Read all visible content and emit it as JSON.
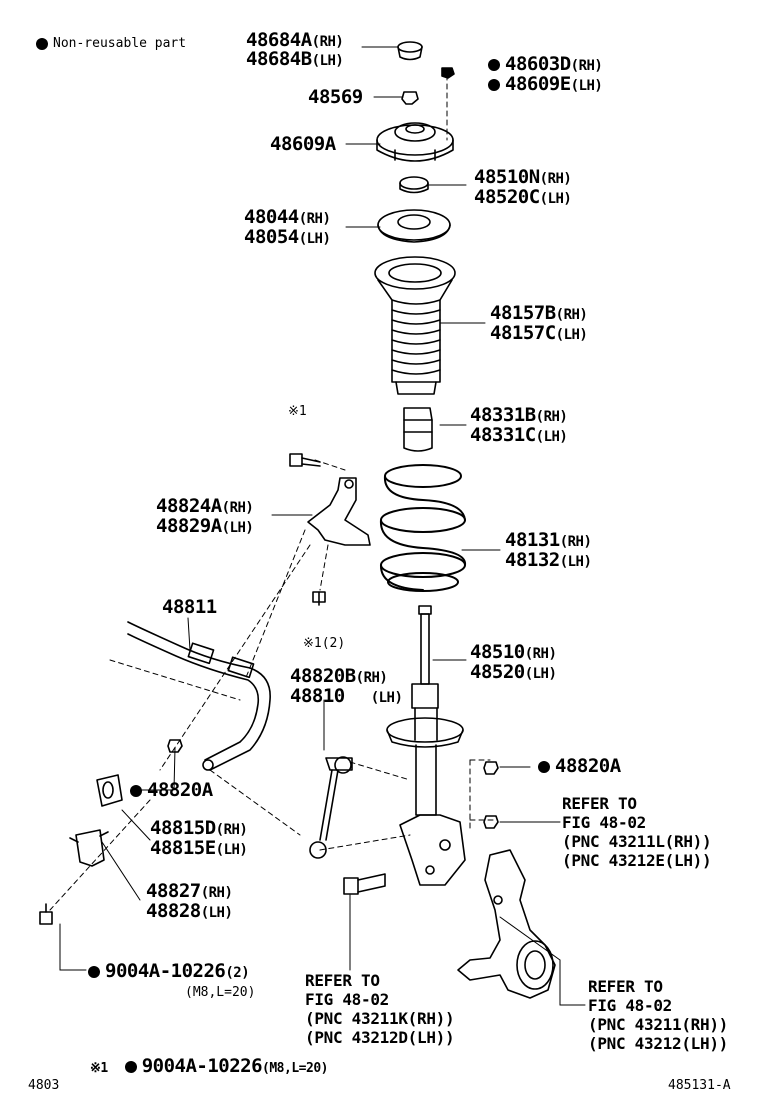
{
  "legend": {
    "dot_text": "Non-reusable part"
  },
  "parts": {
    "p48684": [
      "48684A",
      "(RH)",
      "48684B",
      "(LH)"
    ],
    "p48603": [
      "48603D",
      "(RH)",
      "48609E",
      "(LH)"
    ],
    "p48569": "48569",
    "p48609A": "48609A",
    "p48510N": [
      "48510N",
      "(RH)",
      "48520C",
      "(LH)"
    ],
    "p48044": [
      "48044",
      "(RH)",
      "48054",
      "(LH)"
    ],
    "p48157": [
      "48157B",
      "(RH)",
      "48157C",
      "(LH)"
    ],
    "p48331": [
      "48331B",
      "(RH)",
      "48331C",
      "(LH)"
    ],
    "p48824": [
      "48824A",
      "(RH)",
      "48829A",
      "(LH)"
    ],
    "p48131": [
      "48131",
      "(RH)",
      "48132",
      "(LH)"
    ],
    "p48811": "48811",
    "p48510": [
      "48510",
      "(RH)",
      "48520",
      "(LH)"
    ],
    "p48820B": [
      "48820B",
      "(RH)",
      "48810",
      "(LH)"
    ],
    "p48820A_left": "48820A",
    "p48820A_right": "48820A",
    "p48815": [
      "48815D",
      "(RH)",
      "48815E",
      "(LH)"
    ],
    "p48827": [
      "48827",
      "(RH)",
      "48828",
      "(LH)"
    ],
    "p9004": [
      "9004A-10226",
      "(2)"
    ],
    "p9004_spec": "(M8,L=20)",
    "mark1_top": "※1",
    "mark1_mid": "※1(2)",
    "footer_note": [
      "※1",
      "9004A-10226",
      "(M8,L=20)"
    ]
  },
  "refers": {
    "knuckle_top": [
      "REFER TO",
      "FIG 48-02",
      "(PNC 43211L(RH))",
      "(PNC 43212E(LH))"
    ],
    "bolt": [
      "REFER TO",
      "FIG 48-02",
      "(PNC 43211K(RH))",
      "(PNC 43212D(LH))"
    ],
    "knuckle": [
      "REFER TO",
      "FIG 48-02",
      "(PNC 43211(RH))",
      "(PNC 43212(LH))"
    ]
  },
  "footer": {
    "left": "4803",
    "right": "485131-A"
  }
}
